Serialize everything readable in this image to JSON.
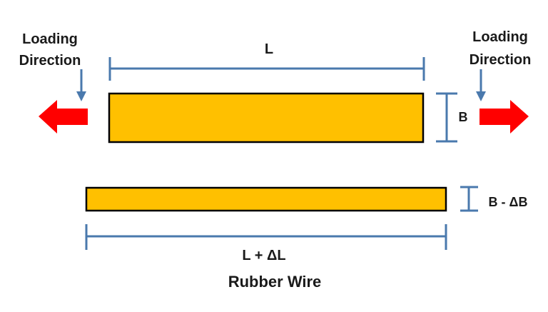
{
  "labels": {
    "loading_word": "Loading",
    "direction_word": "Direction",
    "length": "L",
    "breadth": "B",
    "breadth_after": "B - ΔB",
    "length_after": "L + ΔL",
    "title": "Rubber Wire"
  },
  "colors": {
    "bar_fill": "#ffc000",
    "bar_stroke": "#000000",
    "dimension_line": "#4a79ad",
    "load_arrow": "#ff0000"
  },
  "icons": {
    "left_load": "arrow-left-icon",
    "right_load": "arrow-right-icon",
    "pointer": "arrow-down-icon"
  }
}
